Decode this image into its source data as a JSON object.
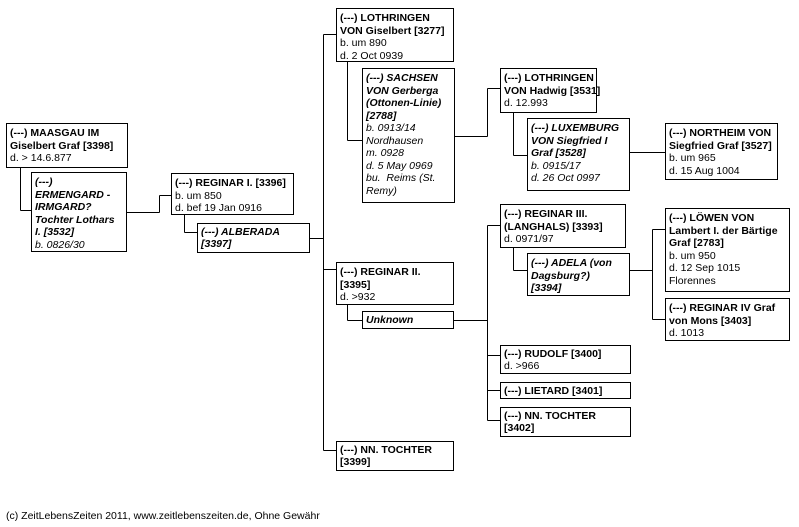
{
  "footer": "(c) ZeitLebensZeiten 2011, www.zeitlebenszeiten.de, Ohne Gewähr",
  "persons": {
    "maasgau": {
      "name": [
        "(---) MAASGAU IM",
        "Giselbert Graf [3398]"
      ],
      "details": [
        "d. > 14.6.877"
      ]
    },
    "ermengard": {
      "name": [
        "(---)",
        "ERMENGARD -",
        "IRMGARD?",
        "Tochter Lothars",
        "I. [3532]"
      ],
      "details": [
        "b. 0826/30"
      ]
    },
    "reginar1": {
      "name": [
        "(---) REGINAR I. [3396]"
      ],
      "details": [
        "b. um 850",
        "d. bef 19 Jan 0916"
      ]
    },
    "alberada": {
      "name": [
        "(---) ALBERADA",
        "[3397]"
      ],
      "details": []
    },
    "giselbert": {
      "name": [
        "(---) LOTHRINGEN",
        "VON Giselbert [3277]"
      ],
      "details": [
        "b. um 890",
        "d. 2 Oct 0939"
      ]
    },
    "gerberga": {
      "name": [
        "(---) SACHSEN",
        "VON Gerberga",
        "(Ottonen-Linie)",
        "[2788]"
      ],
      "details": [
        "b. 0913/14",
        "Nordhausen",
        "m. 0928",
        "d. 5 May 0969",
        "bu.  Reims (St.",
        "Remy)"
      ]
    },
    "hadwig": {
      "name": [
        "(---) LOTHRINGEN",
        "VON Hadwig [3531]"
      ],
      "details": [
        "d. 12.993"
      ]
    },
    "siegfried_luxemburg": {
      "name": [
        "(---) LUXEMBURG",
        "VON Siegfried I",
        "Graf [3528]"
      ],
      "details": [
        "b. 0915/17",
        "d. 26 Oct 0997"
      ]
    },
    "siegfried_northeim": {
      "name": [
        "(---) NORTHEIM VON",
        "Siegfried Graf [3527]"
      ],
      "details": [
        "b. um 965",
        "d. 15 Aug 1004"
      ]
    },
    "reginar2": {
      "name": [
        "(---) REGINAR II.",
        "[3395]"
      ],
      "details": [
        "d. >932"
      ]
    },
    "unknown": {
      "name": [
        "Unknown"
      ],
      "details": []
    },
    "nn_tochter_3399": {
      "name": [
        "(---) NN. TOCHTER",
        "[3399]"
      ],
      "details": []
    },
    "reginar3": {
      "name": [
        "(---) REGINAR III.",
        "(LANGHALS) [3393]"
      ],
      "details": [
        "d. 0971/97"
      ]
    },
    "adela": {
      "name": [
        "(---) ADELA (von",
        "Dagsburg?)",
        "[3394]"
      ],
      "details": []
    },
    "rudolf": {
      "name": [
        "(---) RUDOLF [3400]"
      ],
      "details": [
        "d. >966"
      ]
    },
    "lietard": {
      "name": [
        "(---) LIETARD [3401]"
      ],
      "details": []
    },
    "nn_tochter_3402": {
      "name": [
        "(---) NN. TOCHTER",
        "[3402]"
      ],
      "details": []
    },
    "lambert": {
      "name": [
        "(---) LÖWEN VON",
        "Lambert I. der Bärtige",
        "Graf [2783]"
      ],
      "details": [
        "b. um 950",
        "d. 12 Sep 1015",
        "Florennes"
      ]
    },
    "reginar4": {
      "name": [
        "(---) REGINAR IV Graf",
        "von Mons [3403]"
      ],
      "details": [
        "d. 1013"
      ]
    }
  }
}
